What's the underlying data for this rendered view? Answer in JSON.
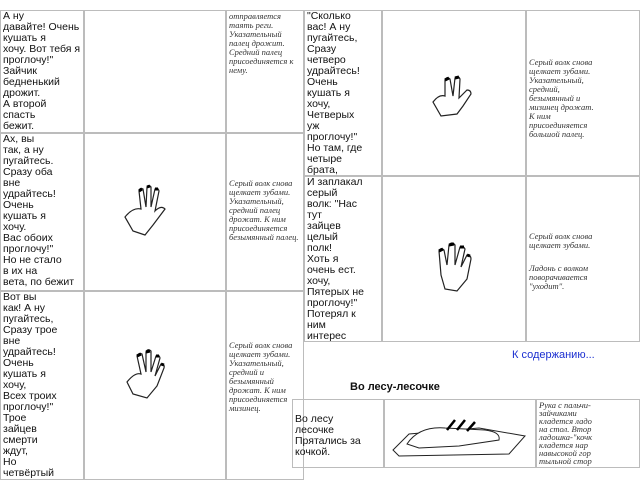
{
  "col1": [
    "А ну\nдавайте! Очень\nкушать я\nхочу. Вот тебя я\nпроглочу!\"\nЗайчик\nбедненький\nдрожит.\nА второй\nспасть\nбежит.",
    "Ах, вы\nтак, а ну\nпугайтесь.\nСразу оба\nвне\nудрайтесь!\nОчень\nкушать я\nхочу.\nВас обоих\nпроглочу!\"\nНо не стало\nв их на\nвета, по бежит\nспасать их\nдрузей.",
    "Вот вы\nкак! А ну\nпугайтесь,\nСразу трое\nвне\nудрайтесь!\nОчень\nкушать я\nхочу,\nВсех троих\nпроглочу!\"\nТрое\nзайцев\nсмерти\nждут,\nНо\nчетвёртый\nтут как тут."
  ],
  "col2_top_caption": "отправляется\nтаять реги.\nУказательный\nпалец дрожит.\nСредний палец\nприсоединяется к\nнему.",
  "col2_mid_caption": "Серый волк снова\nщелкает зубами.\nУказательный,\nсредний палец\nдрожат. К ним\nприсоединяется\nбезымянный палец.",
  "col2_bot_caption": "Серый волк снова\nщелкает зубами.\nУказательный,\nсредний и\nбезымянный\nдрожат. К ним\nприсоединяется\nмизинец.",
  "col3_top": "\"Сколько\nвас! А ну\nпугайтесь,\nСразу\nчетверо\nудрайтесь!\nОчень\nкушать я\nхочу,\nЧетверых\nуж\nпроглочу!\"\nНо там, где\nчетыре\nбрата,\nЗавсегда и\nбратец\nпятый.",
  "col3_mid": "И заплакал\nсерый\nволк: \"Нас\nтут\nзайцев\nцелый\nполк!\nХоть я\nочень ест.\nхочу,\nПятерых не\nпроглочу!\"\nПотерял к\nним\nинтерес\nИ ушел\nобратно в\nлес.",
  "col4_top_caption": "Серый волк снова\nщелкает зубами.\nУказательный,\nсредний,\nбезымянный и\nмизинец дрожат.\nК ним\nприсоединяется\nбольшой палец.",
  "col4_mid_caption_1": "Серый волк снова\nщелкает зубами.",
  "col4_mid_caption_2": "Ладонь с волком\nповорачивается\n\"уходит\".",
  "toc_link": "К содержанию...",
  "section_title": "Во лесу-лесочке",
  "section_text": "Во лесу\nлесочке\nПрятались за\nкочкой.",
  "section_caption": "Рука с пальчи-\nзайчиками\nкладется ладо\nна стол. Втор\nладошка-\"кочк\nкладется нар\nнавысокой гор\nтыльной стор"
}
